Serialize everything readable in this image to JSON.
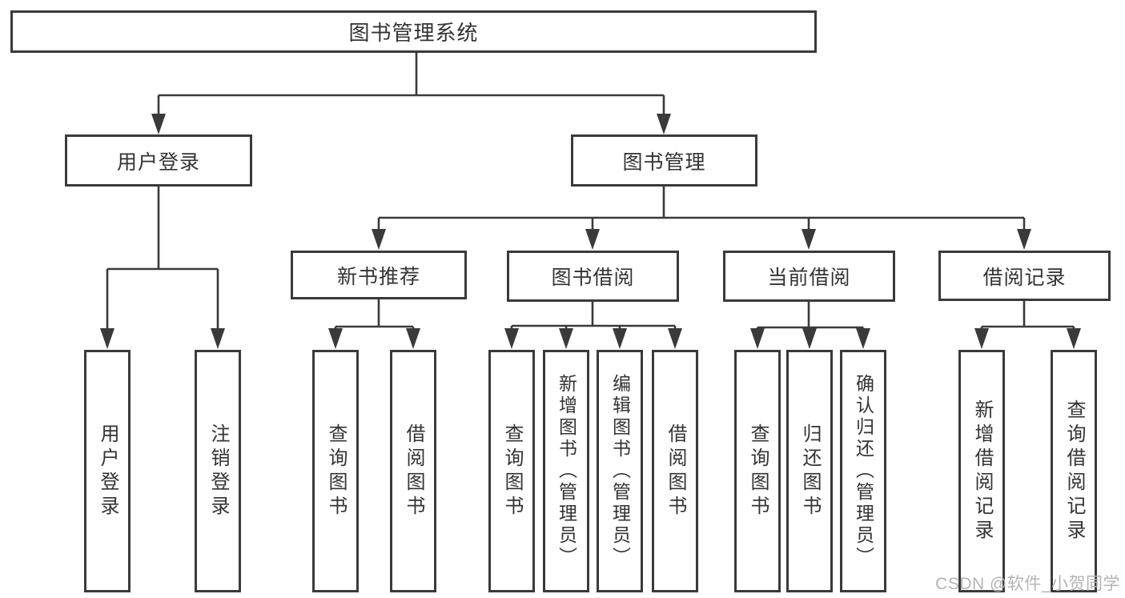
{
  "tree": {
    "root": {
      "label": "图书管理系统",
      "children": [
        {
          "label": "用户登录",
          "children": [
            {
              "label": "用户登录"
            },
            {
              "label": "注销登录"
            }
          ]
        },
        {
          "label": "图书管理",
          "children": [
            {
              "label": "新书推荐",
              "children": [
                {
                  "label": "查询图书"
                },
                {
                  "label": "借阅图书"
                }
              ]
            },
            {
              "label": "图书借阅",
              "children": [
                {
                  "label": "查询图书"
                },
                {
                  "label": "新增图书（管理员）"
                },
                {
                  "label": "编辑图书（管理员）"
                },
                {
                  "label": "借阅图书"
                }
              ]
            },
            {
              "label": "当前借阅",
              "children": [
                {
                  "label": "查询图书"
                },
                {
                  "label": "归还图书"
                },
                {
                  "label": "确认归还（管理员）"
                }
              ]
            },
            {
              "label": "借阅记录",
              "children": [
                {
                  "label": "新增借阅记录"
                },
                {
                  "label": "查询借阅记录"
                }
              ]
            }
          ]
        }
      ]
    }
  },
  "watermark": {
    "text": "CSDN @软件_小贺同学"
  },
  "colors": {
    "line": "#3a3a3a",
    "text": "#333333",
    "watermark": "#b4b4b4",
    "background": "#ffffff"
  }
}
